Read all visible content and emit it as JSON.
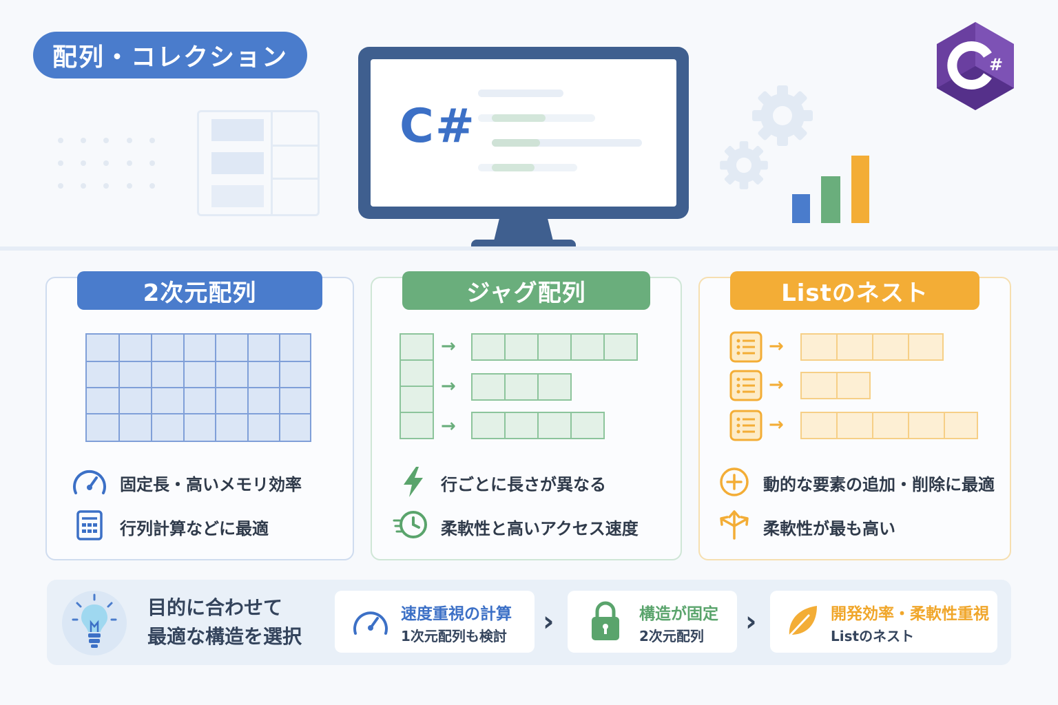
{
  "header": {
    "title": "配列・コレクション"
  },
  "monitor": {
    "code_label": "C#"
  },
  "logo": {
    "text": "C#"
  },
  "cards": [
    {
      "title": "2次元配列",
      "color": "#4a7ccc",
      "features": [
        "固定長・高いメモリ効率",
        "行列計算などに最適"
      ],
      "icons": [
        "speedometer-icon",
        "calculator-icon"
      ]
    },
    {
      "title": "ジャグ配列",
      "color": "#6aae7c",
      "features": [
        "行ごとに長さが異なる",
        "柔軟性と高いアクセス速度"
      ],
      "icons": [
        "lightning-icon",
        "fast-clock-icon"
      ]
    },
    {
      "title": "Listのネスト",
      "color": "#f3ad36",
      "features": [
        "動的な要素の追加・削除に最適",
        "柔軟性が最も高い"
      ],
      "icons": [
        "plus-circle-icon",
        "arrows-expand-icon"
      ]
    }
  ],
  "summary": {
    "title_line1": "目的に合わせて",
    "title_line2": "最適な構造を選択",
    "tips": [
      {
        "heading": "速度重視の計算",
        "sub": "1次元配列も検討",
        "color": "#3c70c6",
        "icon": "speedometer-icon"
      },
      {
        "heading": "構造が固定",
        "sub": "2次元配列",
        "color": "#5aa46c",
        "icon": "lock-icon"
      },
      {
        "heading": "開発効率・柔軟性重視",
        "sub": "Listのネスト",
        "color": "#f0a62a",
        "icon": "leaf-icon"
      }
    ]
  }
}
